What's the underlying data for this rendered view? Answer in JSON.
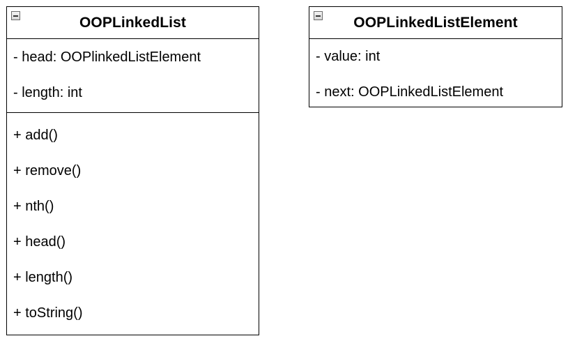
{
  "classes": [
    {
      "name": "OOPLinkedList",
      "attributes": [
        "- head: OOPlinkedListElement",
        "- length: int"
      ],
      "methods": [
        "+ add()",
        "+ remove()",
        "+ nth()",
        "+ head()",
        "+ length()",
        "+ toString()"
      ]
    },
    {
      "name": "OOPLinkedListElement",
      "attributes": [
        "- value: int",
        "- next: OOPLinkedListElement"
      ]
    }
  ]
}
